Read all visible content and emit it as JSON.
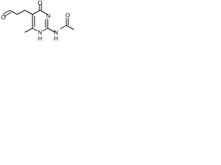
{
  "structure": {
    "labels": {
      "ring_carbonyl_oxygen": "O",
      "aldehyde_oxygen": "O",
      "ring_nitrogen_top": "N",
      "ring_nitrogen_nh": "N",
      "ring_nitrogen_nh_hydrogen": "H",
      "amide_nitrogen_nh": "N",
      "amide_nitrogen_nh_hydrogen": "H",
      "acetyl_oxygen": "O"
    },
    "colors": {
      "bond": "#000000",
      "text": "#000000",
      "background": "#ffffff"
    }
  }
}
